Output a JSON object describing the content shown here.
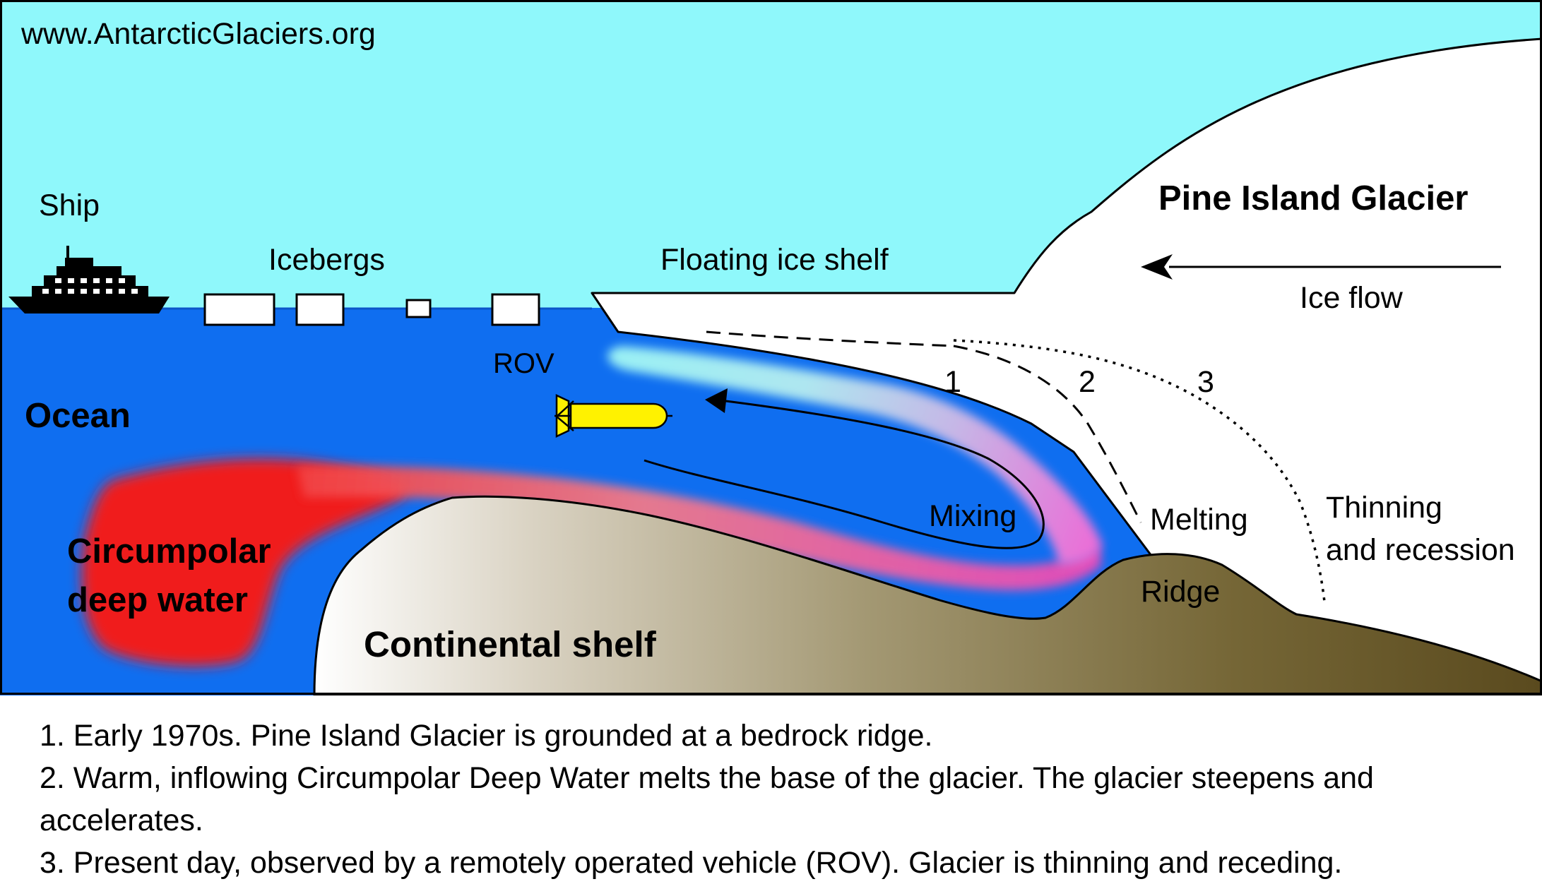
{
  "watermark": "www.AntarcticGlaciers.org",
  "labels": {
    "ship": "Ship",
    "icebergs": "Icebergs",
    "floating_ice_shelf": "Floating ice shelf",
    "pine_island_glacier": "Pine Island Glacier",
    "ice_flow": "Ice flow",
    "rov": "ROV",
    "ocean": "Ocean",
    "circumpolar_line1": "Circumpolar",
    "circumpolar_line2": "deep water",
    "continental_shelf": "Continental shelf",
    "mixing": "Mixing",
    "melting": "Melting",
    "ridge": "Ridge",
    "thinning_line1": "Thinning",
    "thinning_line2": "and recession",
    "marker_1": "1",
    "marker_2": "2",
    "marker_3": "3"
  },
  "captions": [
    "1. Early 1970s. Pine Island Glacier is grounded at a bedrock ridge.",
    "2. Warm, inflowing Circumpolar Deep Water melts the base of the glacier. The glacier steepens and accelerates.",
    "3. Present day, observed by a remotely operated vehicle (ROV). Glacier is thinning and receding."
  ],
  "colors": {
    "sky": "#8ff8fb",
    "ocean": "#0f6ef0",
    "deep_water": "#f01c1c",
    "meltwater": "#9af0f4",
    "rov": "#fff200",
    "bedrock": "#5a4a1e",
    "glacier": "#ffffff"
  },
  "icons": {
    "ship": "ship-icon",
    "rov": "rov-icon",
    "ice_flow_arrow": "left-arrow-icon",
    "circulation_arrow": "curved-arrow-icon"
  }
}
